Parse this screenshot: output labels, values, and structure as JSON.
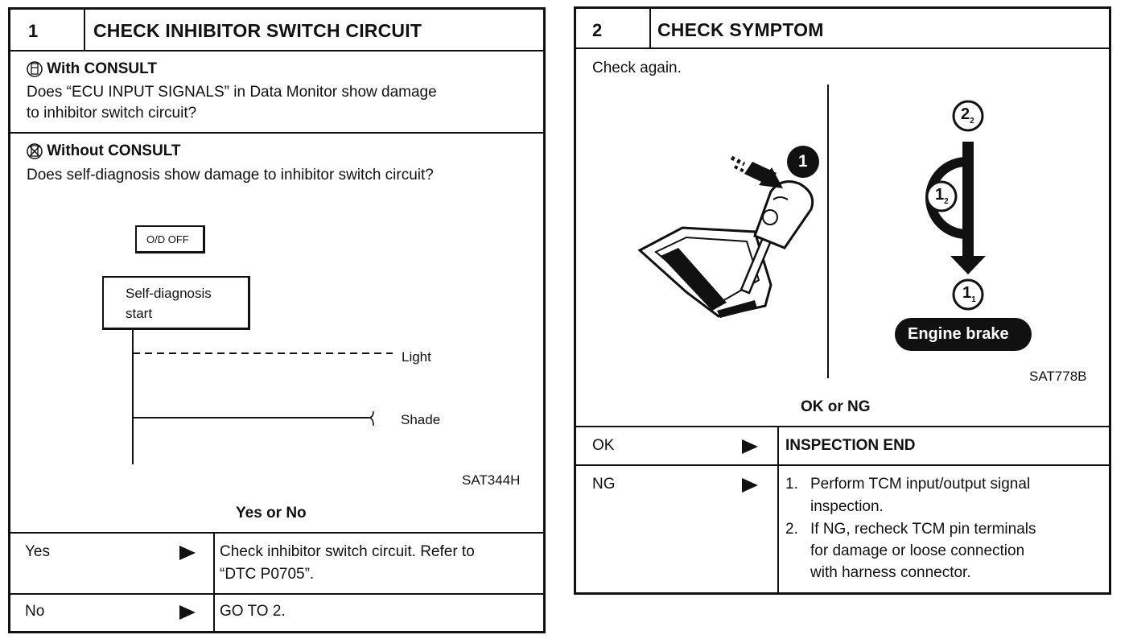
{
  "left": {
    "step_number": "1",
    "title": "CHECK INHIBITOR SWITCH CIRCUIT",
    "with_consult": {
      "heading": "With CONSULT",
      "line1": "Does “ECU INPUT SIGNALS” in Data Monitor show damage",
      "line2": "to inhibitor switch circuit?"
    },
    "without_consult": {
      "heading": "Without CONSULT",
      "question": "Does self-diagnosis show damage to inhibitor switch circuit?"
    },
    "diagram": {
      "od_off": "O/D OFF",
      "start_line1": "Self-diagnosis",
      "start_line2": "start",
      "light": "Light",
      "shade": "Shade",
      "ref": "SAT344H"
    },
    "question_label": "Yes or No",
    "rows": [
      {
        "answer": "Yes",
        "result_line1": "Check inhibitor switch circuit. Refer to",
        "result_line2": "“DTC P0705”."
      },
      {
        "answer": "No",
        "result_line1": "GO TO 2."
      }
    ]
  },
  "right": {
    "step_number": "2",
    "title": "CHECK SYMPTOM",
    "instruction": "Check again.",
    "figure": {
      "marker_1": "1",
      "marker_2_main": "2",
      "marker_2_sub": "2",
      "marker_12_main": "1",
      "marker_12_sub": "2",
      "marker_11_main": "1",
      "marker_11_sub": "1",
      "engine_brake": "Engine brake",
      "ref": "SAT778B"
    },
    "question_label": "OK or NG",
    "rows": [
      {
        "answer": "OK",
        "result": "INSPECTION END"
      },
      {
        "answer": "NG",
        "items": [
          {
            "num": "1.",
            "line1": "Perform TCM input/output signal",
            "line2": "inspection."
          },
          {
            "num": "2.",
            "line1": "If NG, recheck TCM pin terminals",
            "line2": "for damage or loose connection",
            "line3": "with harness connector."
          }
        ]
      }
    ]
  }
}
